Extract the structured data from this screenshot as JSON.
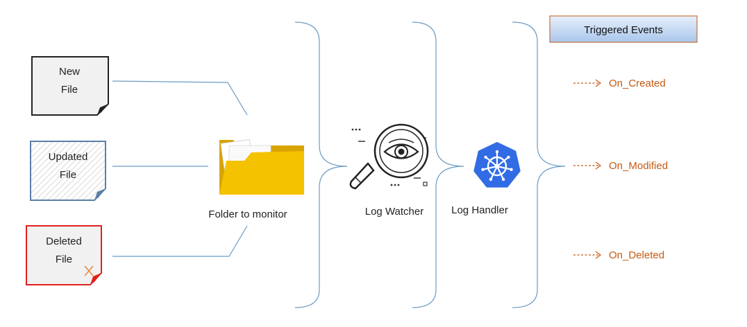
{
  "files": [
    {
      "line1": "New",
      "line2": "File"
    },
    {
      "line1": "Updated",
      "line2": "File"
    },
    {
      "line1": "Deleted",
      "line2": "File"
    }
  ],
  "folder": {
    "caption": "Folder to monitor"
  },
  "watcher": {
    "caption": "Log Watcher"
  },
  "handler": {
    "caption": "Log Handler"
  },
  "events": {
    "header": "Triggered Events",
    "items": [
      {
        "label": "On_Created"
      },
      {
        "label": "On_Modified"
      },
      {
        "label": "On_Deleted"
      }
    ]
  },
  "colors": {
    "connector": "#6a9bc4",
    "folder": "#f5c200",
    "new_file_border": "#222222",
    "updated_file_border": "#5a7fa8",
    "deleted_file_border": "#e02020",
    "event_text": "#c55a11",
    "kubernetes": "#326ce5",
    "header_fill_top": "#e8f0fb",
    "header_fill_bottom": "#a9c6ec"
  },
  "icons": {
    "folder": "folder-icon",
    "watcher": "magnifier-eye-icon",
    "handler": "kubernetes-helm-icon"
  }
}
